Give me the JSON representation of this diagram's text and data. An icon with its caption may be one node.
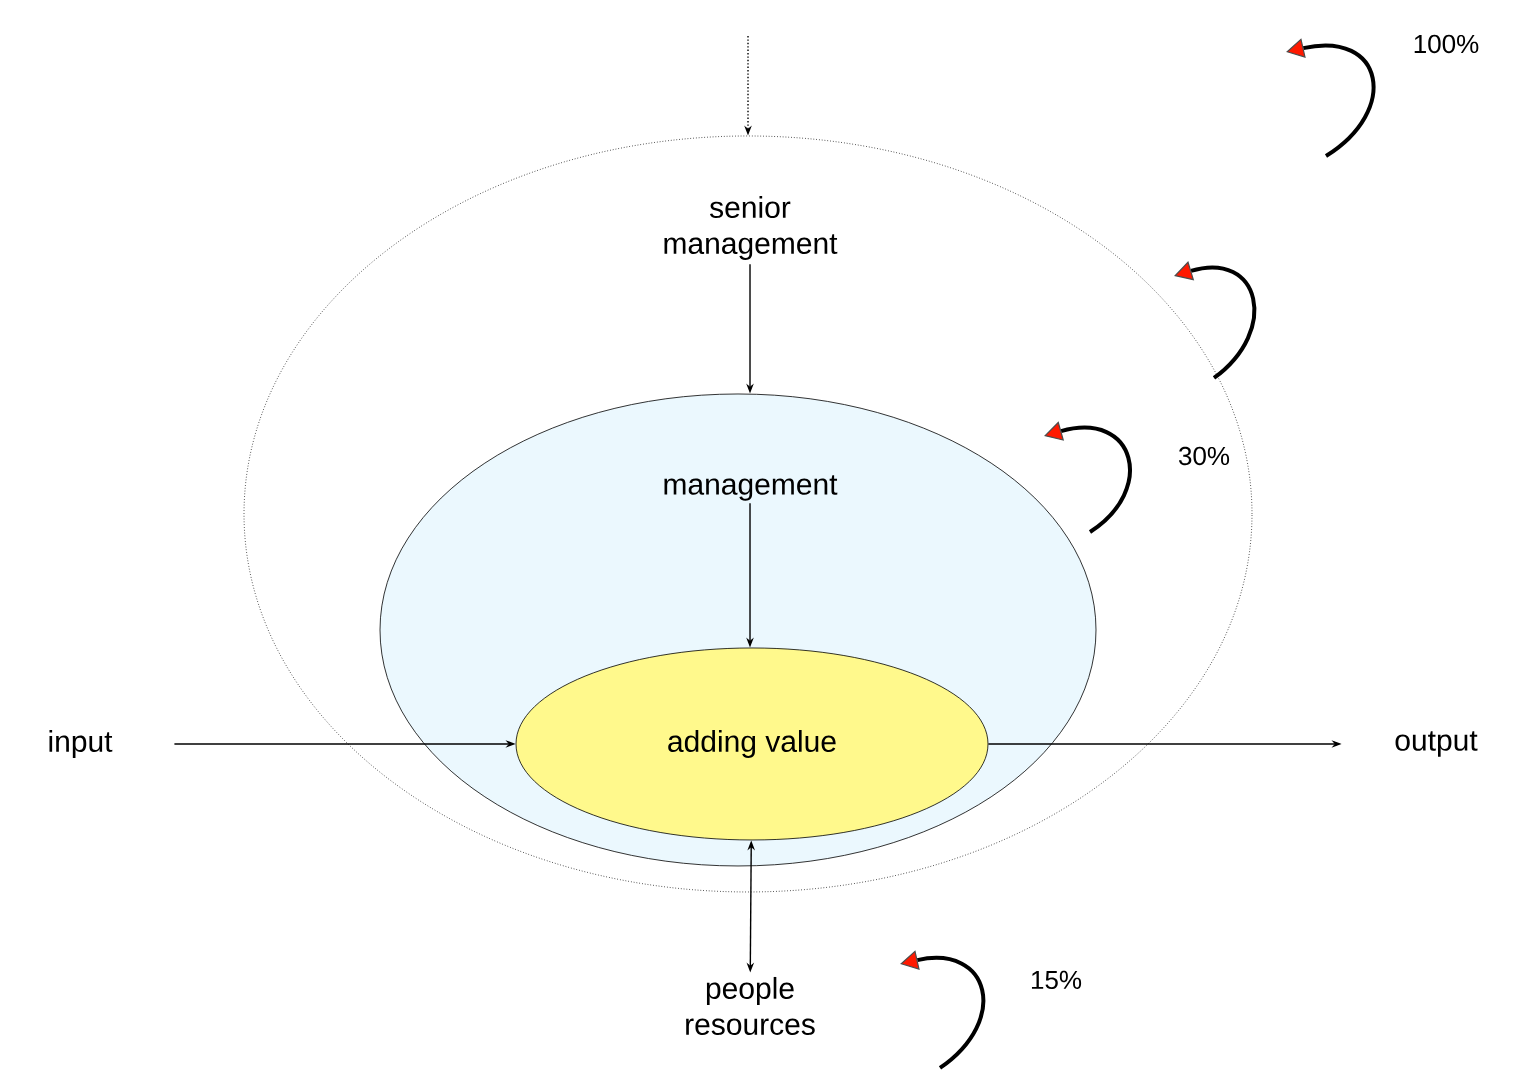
{
  "diagram": {
    "nodes": [
      {
        "text": [],
        "shape": "circle"
      },
      {
        "text": [
          "senior management"
        ],
        "in": 0
      },
      {
        "text": [
          "management"
        ],
        "in": 0
      },
      {
        "text": [
          "adding value"
        ],
        "in": 2
      },
      {
        "text": [
          "input"
        ]
      },
      {
        "text": [
          "output"
        ]
      },
      {
        "text": [
          "people resources"
        ]
      }
    ],
    "edges": [
      {
        "from": null,
        "to": 0,
        "arrow": "to",
        "style": "dashed"
      },
      {
        "from": 1,
        "to": 2,
        "arrow": "to"
      },
      {
        "from": 2,
        "to": 3,
        "arrow": "to"
      },
      {
        "from": 4,
        "to": 3,
        "arrow": "to"
      },
      {
        "from": 3,
        "to": 5,
        "arrow": "to"
      },
      {
        "from": 3,
        "to": 6,
        "arrow": "both"
      }
    ],
    "labels": [
      "100%",
      "30%",
      "15%"
    ]
  }
}
